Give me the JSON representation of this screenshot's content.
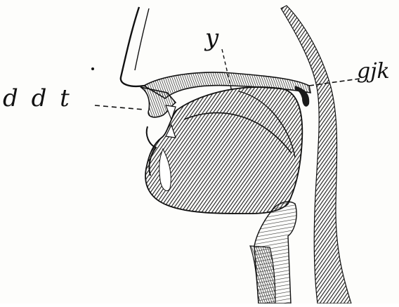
{
  "labels": {
    "left": "d d t",
    "top": "y",
    "right": "gjk"
  },
  "colors": {
    "ink": "#111111",
    "paper": "#fdfdfb",
    "hatch": "#2a2a2a"
  }
}
